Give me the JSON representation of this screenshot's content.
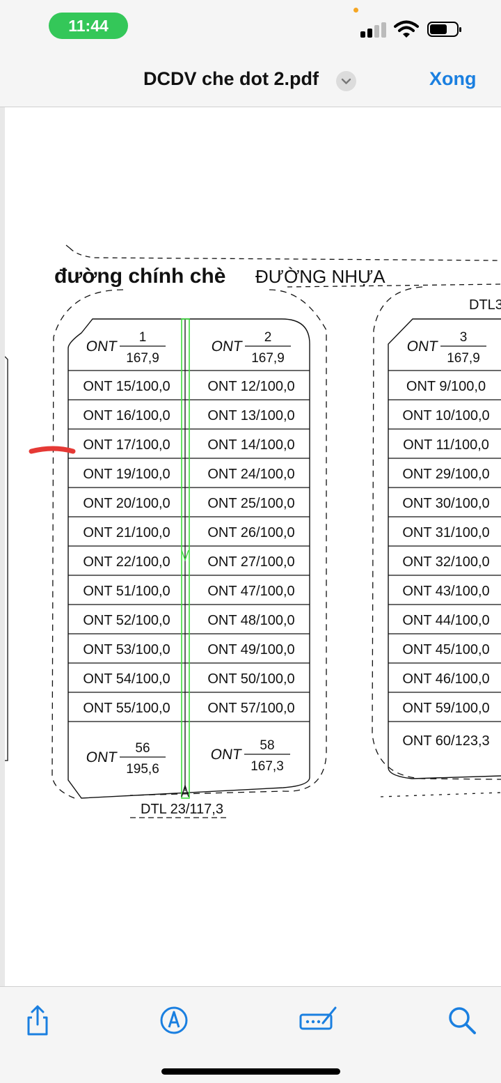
{
  "status_bar": {
    "time": "11:44",
    "icons": [
      "cellular-signal-icon",
      "wifi-icon",
      "battery-icon"
    ],
    "colors": {
      "time_pill": "#34c759",
      "indicator_dot": "#f5a623"
    }
  },
  "nav": {
    "title": "DCDV che dot 2.pdf",
    "done_label": "Xong",
    "icons": [
      "chevron-down-icon"
    ],
    "colors": {
      "accent": "#1a7fe0"
    }
  },
  "document": {
    "annotation": "đường chính chè",
    "annotation_color": "#e53935",
    "road_label": "ĐƯỜNG NHỰA",
    "right_block_label": "DTL3",
    "bottom_label": "DTL 23/117,3",
    "left_block": {
      "top": [
        {
          "prefix": "ONT",
          "num": "1",
          "area": "167,9"
        },
        {
          "prefix": "ONT",
          "num": "2",
          "area": "167,9"
        }
      ],
      "rows": [
        [
          "ONT 15/100,0",
          "ONT 12/100,0"
        ],
        [
          "ONT 16/100,0",
          "ONT 13/100,0"
        ],
        [
          "ONT 17/100,0",
          "ONT 14/100,0"
        ],
        [
          "ONT 19/100,0",
          "ONT 24/100,0"
        ],
        [
          "ONT 20/100,0",
          "ONT 25/100,0"
        ],
        [
          "ONT 21/100,0",
          "ONT 26/100,0"
        ],
        [
          "ONT 22/100,0",
          "ONT 27/100,0"
        ],
        [
          "ONT 51/100,0",
          "ONT 47/100,0"
        ],
        [
          "ONT 52/100,0",
          "ONT 48/100,0"
        ],
        [
          "ONT 53/100,0",
          "ONT 49/100,0"
        ],
        [
          "ONT 54/100,0",
          "ONT 50/100,0"
        ],
        [
          "ONT 55/100,0",
          "ONT 57/100,0"
        ]
      ],
      "bottom": [
        {
          "prefix": "ONT",
          "num": "56",
          "area": "195,6"
        },
        {
          "prefix": "ONT",
          "num": "58",
          "area": "167,3"
        }
      ]
    },
    "right_block": {
      "top": {
        "prefix": "ONT",
        "num": "3",
        "area": "167,9"
      },
      "rows": [
        "ONT 9/100,0",
        "ONT 10/100,0",
        "ONT 11/100,0",
        "ONT 29/100,0",
        "ONT 30/100,0",
        "ONT 31/100,0",
        "ONT 32/100,0",
        "ONT 43/100,0",
        "ONT 44/100,0",
        "ONT 45/100,0",
        "ONT 46/100,0",
        "ONT 59/100,0"
      ],
      "bottom": "ONT 60/123,3"
    },
    "colors": {
      "path_line": "#3ddc3d",
      "ink": "#111111"
    }
  },
  "toolbar": {
    "icons": [
      "share-icon",
      "markup-icon",
      "form-fill-icon",
      "search-icon"
    ],
    "colors": {
      "icon": "#1a7fe0"
    }
  }
}
